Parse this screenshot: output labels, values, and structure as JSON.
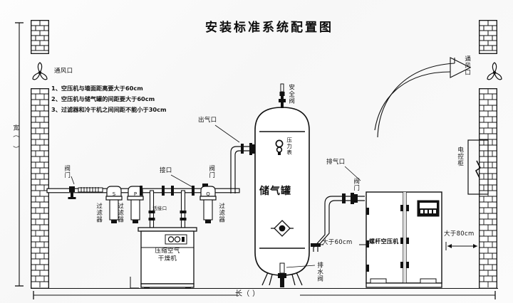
{
  "title": "安装标准系统配置图",
  "notes": [
    "1、空压机与墙面距离要大于60cm",
    "2、空压机与储气罐的间距要大于60cm",
    "3、过滤器和冷干机之间间距不能小于30cm"
  ],
  "labels": {
    "vent_left": "通风口",
    "vent_right": "通风口",
    "width_dim": "宽（ ）",
    "length_dim": "长（ ）",
    "valve_left": "阀门",
    "valve_mid": "阀门",
    "valve_right": "阀门",
    "filter_1": "过滤器",
    "filter_2": "过滤器",
    "filter_3": "过滤器",
    "union_joint": "接口",
    "live_joint": "活接口",
    "dryer": "压缩空气干燥机",
    "air_outlet": "出气口",
    "safety_valve": "安全阀",
    "pressure_gauge": "压力表",
    "air_tank": "储气罐",
    "drain_valve": "排水阀",
    "exhaust_port": "排气口",
    "screw_compressor": "螺杆空压机",
    "control_cabinet": "电控柜",
    "dim_60": "大于60cm",
    "dim_80": "大于80cm"
  },
  "filter_marks": {
    "f1": "S",
    "f2": "P",
    "f3": "Q"
  },
  "colors": {
    "line": "#111111",
    "paper": "#ffffff",
    "accent": "#000000"
  }
}
